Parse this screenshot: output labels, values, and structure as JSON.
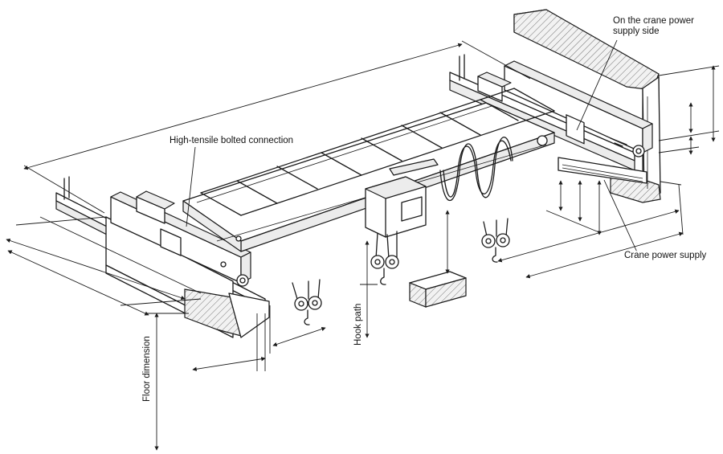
{
  "labels": {
    "power_side_line1": "On the crane power",
    "power_side_line2": "supply side",
    "bolted_connection": "High-tensile bolted connection",
    "power_supply": "Crane power supply",
    "hook_path": "Hook path",
    "floor_dimension": "Floor dimension"
  },
  "colors": {
    "line": "#1a1a1a",
    "background": "#ffffff",
    "shade": "#ececec"
  }
}
